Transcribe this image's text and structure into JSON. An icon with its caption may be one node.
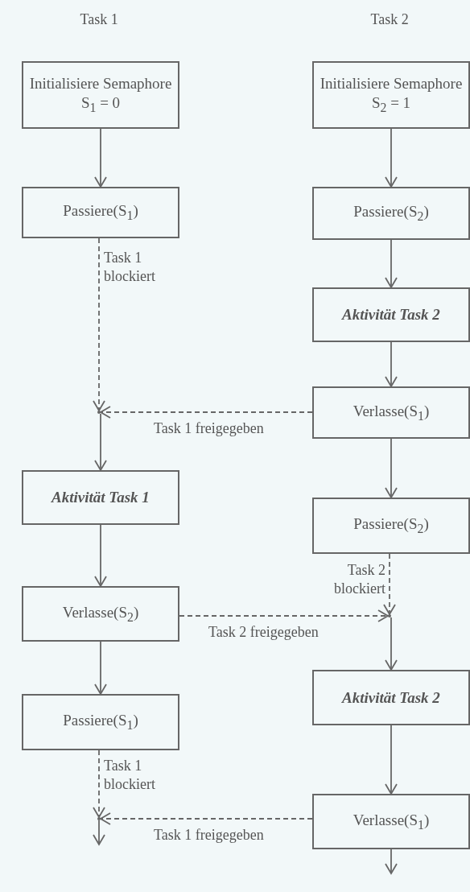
{
  "diagram": {
    "nodes": [
      {
        "text": [
          "Initialisiere Semaphore S$_{1}$ = 0"
        ]
      },
      {
        "text": [
          "Initialisiere Semaphore S$_{2}$ = 1"
        ]
      },
      {
        "text": [
          "Passiere(S$_{1}$)"
        ]
      },
      {
        "text": [
          "Passiere(S$_{2}$)"
        ]
      },
      {
        "text": [
          "Aktivität Task 2"
        ]
      },
      {
        "text": [],
        "shape": "junction"
      },
      {
        "text": [
          "Verlasse(S$_{1}$)"
        ]
      },
      {
        "text": [
          "Aktivität Task 1"
        ]
      },
      {
        "text": [
          "Passiere(S$_{2}$)"
        ]
      },
      {
        "text": [
          "Verlasse(S$_{2}$)"
        ]
      },
      {
        "text": [],
        "shape": "junction"
      },
      {
        "text": [
          "Aktivität Task 2"
        ]
      },
      {
        "text": [
          "Passiere(S$_{1}$)"
        ]
      },
      {
        "text": [],
        "shape": "junction"
      },
      {
        "text": [
          "Verlasse(S$_{1}$)"
        ]
      }
    ],
    "edges": [
      {
        "from": 0,
        "to": 2,
        "arrow": "to"
      },
      {
        "from": 1,
        "to": 3,
        "arrow": "to"
      },
      {
        "from": 3,
        "to": 4,
        "arrow": "to"
      },
      {
        "from": 4,
        "to": 6,
        "arrow": "to"
      },
      {
        "from": 2,
        "to": 5,
        "arrow": "to",
        "style": "dashed",
        "label": "Task 1 blockiert"
      },
      {
        "from": 6,
        "to": 5,
        "arrow": "to",
        "style": "dashed",
        "label": "Task 1 freigegeben"
      },
      {
        "from": 5,
        "to": 7,
        "arrow": "to"
      },
      {
        "from": 6,
        "to": 8,
        "arrow": "to"
      },
      {
        "from": 7,
        "to": 9,
        "arrow": "to"
      },
      {
        "from": 8,
        "to": 10,
        "arrow": "to",
        "style": "dashed",
        "label": "Task 2 blockiert"
      },
      {
        "from": 9,
        "to": 10,
        "arrow": "to",
        "style": "dashed",
        "label": "Task 2 freigegeben"
      },
      {
        "from": 10,
        "to": 11,
        "arrow": "to"
      },
      {
        "from": 9,
        "to": 12,
        "arrow": "to"
      },
      {
        "from": 11,
        "to": 14,
        "arrow": "to"
      },
      {
        "from": 12,
        "to": 13,
        "arrow": "to",
        "style": "dashed",
        "label": "Task 1 blockiert"
      },
      {
        "from": 14,
        "to": 13,
        "arrow": "to",
        "style": "dashed",
        "label": "Task 1 freigegeben"
      },
      {
        "from": 13,
        "to": null,
        "arrow": "to"
      },
      {
        "from": 14,
        "to": null,
        "arrow": "to"
      }
    ],
    "labels": [
      "Task 1",
      "Task 2"
    ]
  }
}
